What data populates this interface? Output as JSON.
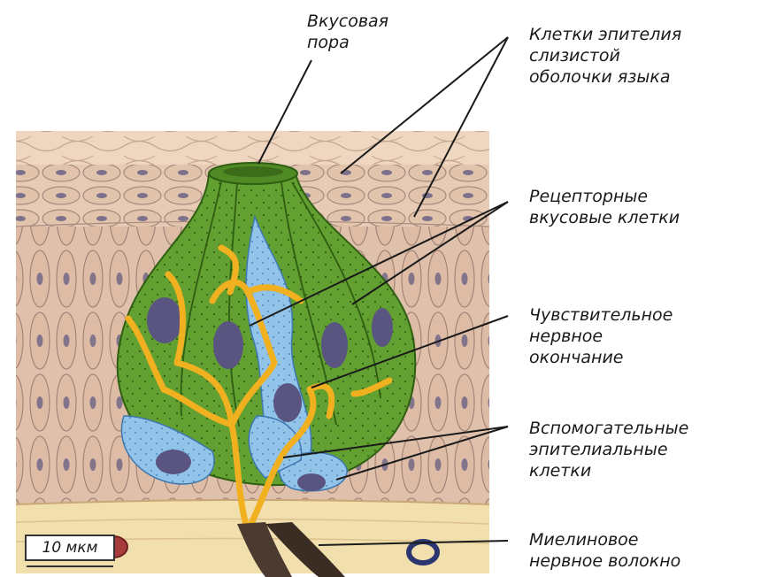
{
  "labels": {
    "taste_pore": "Вкусовая\nпора",
    "epithelium": "Клетки эпителия\nслизистой\nоболочки языка",
    "receptor_cells": "Рецепторные\nвкусовые клетки",
    "nerve_ending": "Чувствительное\nнервное\nокончание",
    "support_cells": "Вспомогательные\nэпителиальные\nклетки",
    "myelin_fiber": "Миелиновое\nнервное волокно"
  },
  "scale_bar": "10 мкм",
  "colors": {
    "tissue_bg": "#e6c9b2",
    "cell_outline": "#a98a7e",
    "nucleus": "#5a5580",
    "bud_green": "#5f9a2e",
    "bud_green_dark": "#3f7420",
    "support_blue": "#8ec0e6",
    "nerve_yellow": "#f0b020",
    "basal_layer": "#f2dfae",
    "myelin": "#4a3a30",
    "line": "#1a1a1a"
  }
}
